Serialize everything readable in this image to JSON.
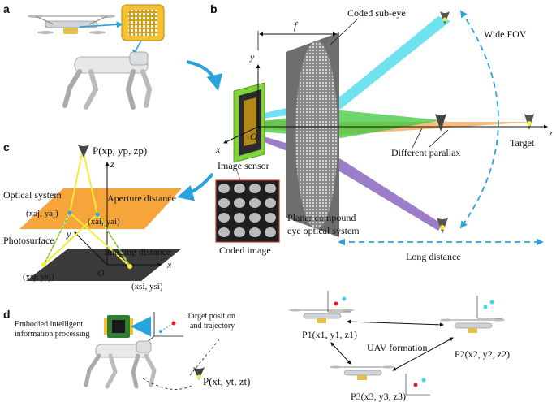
{
  "panels": {
    "a": {
      "label": "a"
    },
    "b": {
      "label": "b",
      "focal": "f",
      "coded_sub_eye": "Coded sub-eye",
      "wide_fov": "Wide FOV",
      "axis_y": "y",
      "axis_x": "x",
      "axis_z": "z",
      "origin": "O",
      "image_sensor": "Image sensor",
      "different_parallax": "Different parallax",
      "target": "Target",
      "planar_line1": "Planar compound",
      "planar_line2": "eye optical system",
      "coded_image": "Coded image",
      "long_distance": "Long distance"
    },
    "c": {
      "label": "c",
      "p_point": "P(xp, yp, zp)",
      "axis_z": "z",
      "optical_system": "Optical system",
      "aperture_distance": "Aperture distance",
      "xaj_yaj": "(xaj, yaj)",
      "xai_yai": "(xai, yai)",
      "photosurface": "Photosurface",
      "imaging_distance": "Imaging distance",
      "axis_y": "y",
      "axis_x": "x",
      "origin": "O",
      "xsj_ysj": "(xsj, ysj)",
      "xsi_ysi": "(xsi, ysi)"
    },
    "d": {
      "label": "d",
      "embodied_line1": "Embodied intelligent",
      "embodied_line2": "information processing",
      "target_line1": "Target position",
      "target_line2": "and trajectory",
      "pt": "P(xt, yt, zt)",
      "p1": "P1(x1, y1, z1)",
      "p2": "P2(x2, y2, z2)",
      "p3": "P3(x3, y3, z3)",
      "uav_formation": "UAV formation"
    }
  },
  "colors": {
    "accent_blue": "#29a3dc",
    "orange_plane": "#f5a53a",
    "dark_plane": "#3a3a3a",
    "cyan_ray": "#3fd8ea",
    "green_ray": "#3cc83c",
    "orange_ray": "#f0a04a",
    "purple_ray": "#7b52b8",
    "yellow_ray": "#f5ec3a",
    "coded_plate": "#8a8a8a"
  }
}
